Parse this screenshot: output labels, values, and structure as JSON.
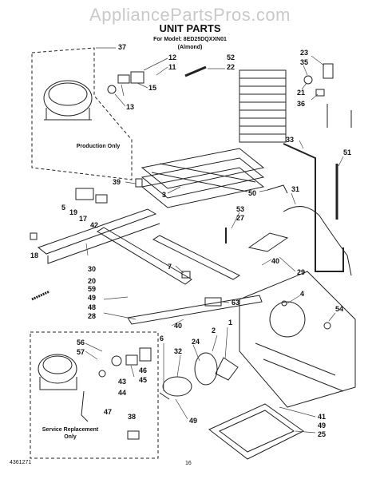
{
  "watermark": "AppliancePartsPros.com",
  "header": {
    "title": "UNIT PARTS",
    "model": "For Model: 8ED25DQXXN01",
    "color": "(Almond)"
  },
  "notes": {
    "production_only": "Production Only",
    "service_replacement_line1": "Service Replacement",
    "service_replacement_line2": "Only"
  },
  "footer": {
    "doc_number": "4361271",
    "page_number": "16"
  },
  "part_labels": {
    "p37": "37",
    "p12": "12",
    "p11": "11",
    "p15": "15",
    "p13": "13",
    "p52": "52",
    "p22": "22",
    "p23": "23",
    "p35": "35",
    "p21": "21",
    "p36": "36",
    "p39": "39",
    "p3": "3",
    "p33": "33",
    "p51": "51",
    "p50": "50",
    "p31": "31",
    "p5": "5",
    "p19": "19",
    "p17": "17",
    "p42": "42",
    "p18": "18",
    "p53": "53",
    "p27": "27",
    "p40a": "40",
    "p29": "29",
    "p30": "30",
    "p20": "20",
    "p59": "59",
    "p49a": "49",
    "p7": "7",
    "p48": "48",
    "p28": "28",
    "p40b": "40",
    "p63": "63",
    "p4": "4",
    "p54": "54",
    "p56": "56",
    "p57": "57",
    "p46": "46",
    "p45": "45",
    "p43": "43",
    "p44": "44",
    "p47": "47",
    "p32": "32",
    "p24": "24",
    "p2": "2",
    "p1": "1",
    "p6": "6",
    "p38": "38",
    "p49b": "49",
    "p41": "41",
    "p49c": "49",
    "p25": "25"
  }
}
